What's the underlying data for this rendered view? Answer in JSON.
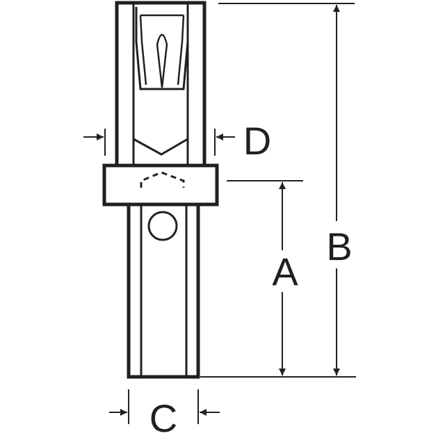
{
  "diagram": {
    "colors": {
      "ink": "#231f20",
      "background": "#ffffff"
    },
    "dimensions": {
      "a": "A",
      "b": "B",
      "c": "C",
      "d": "D"
    }
  }
}
